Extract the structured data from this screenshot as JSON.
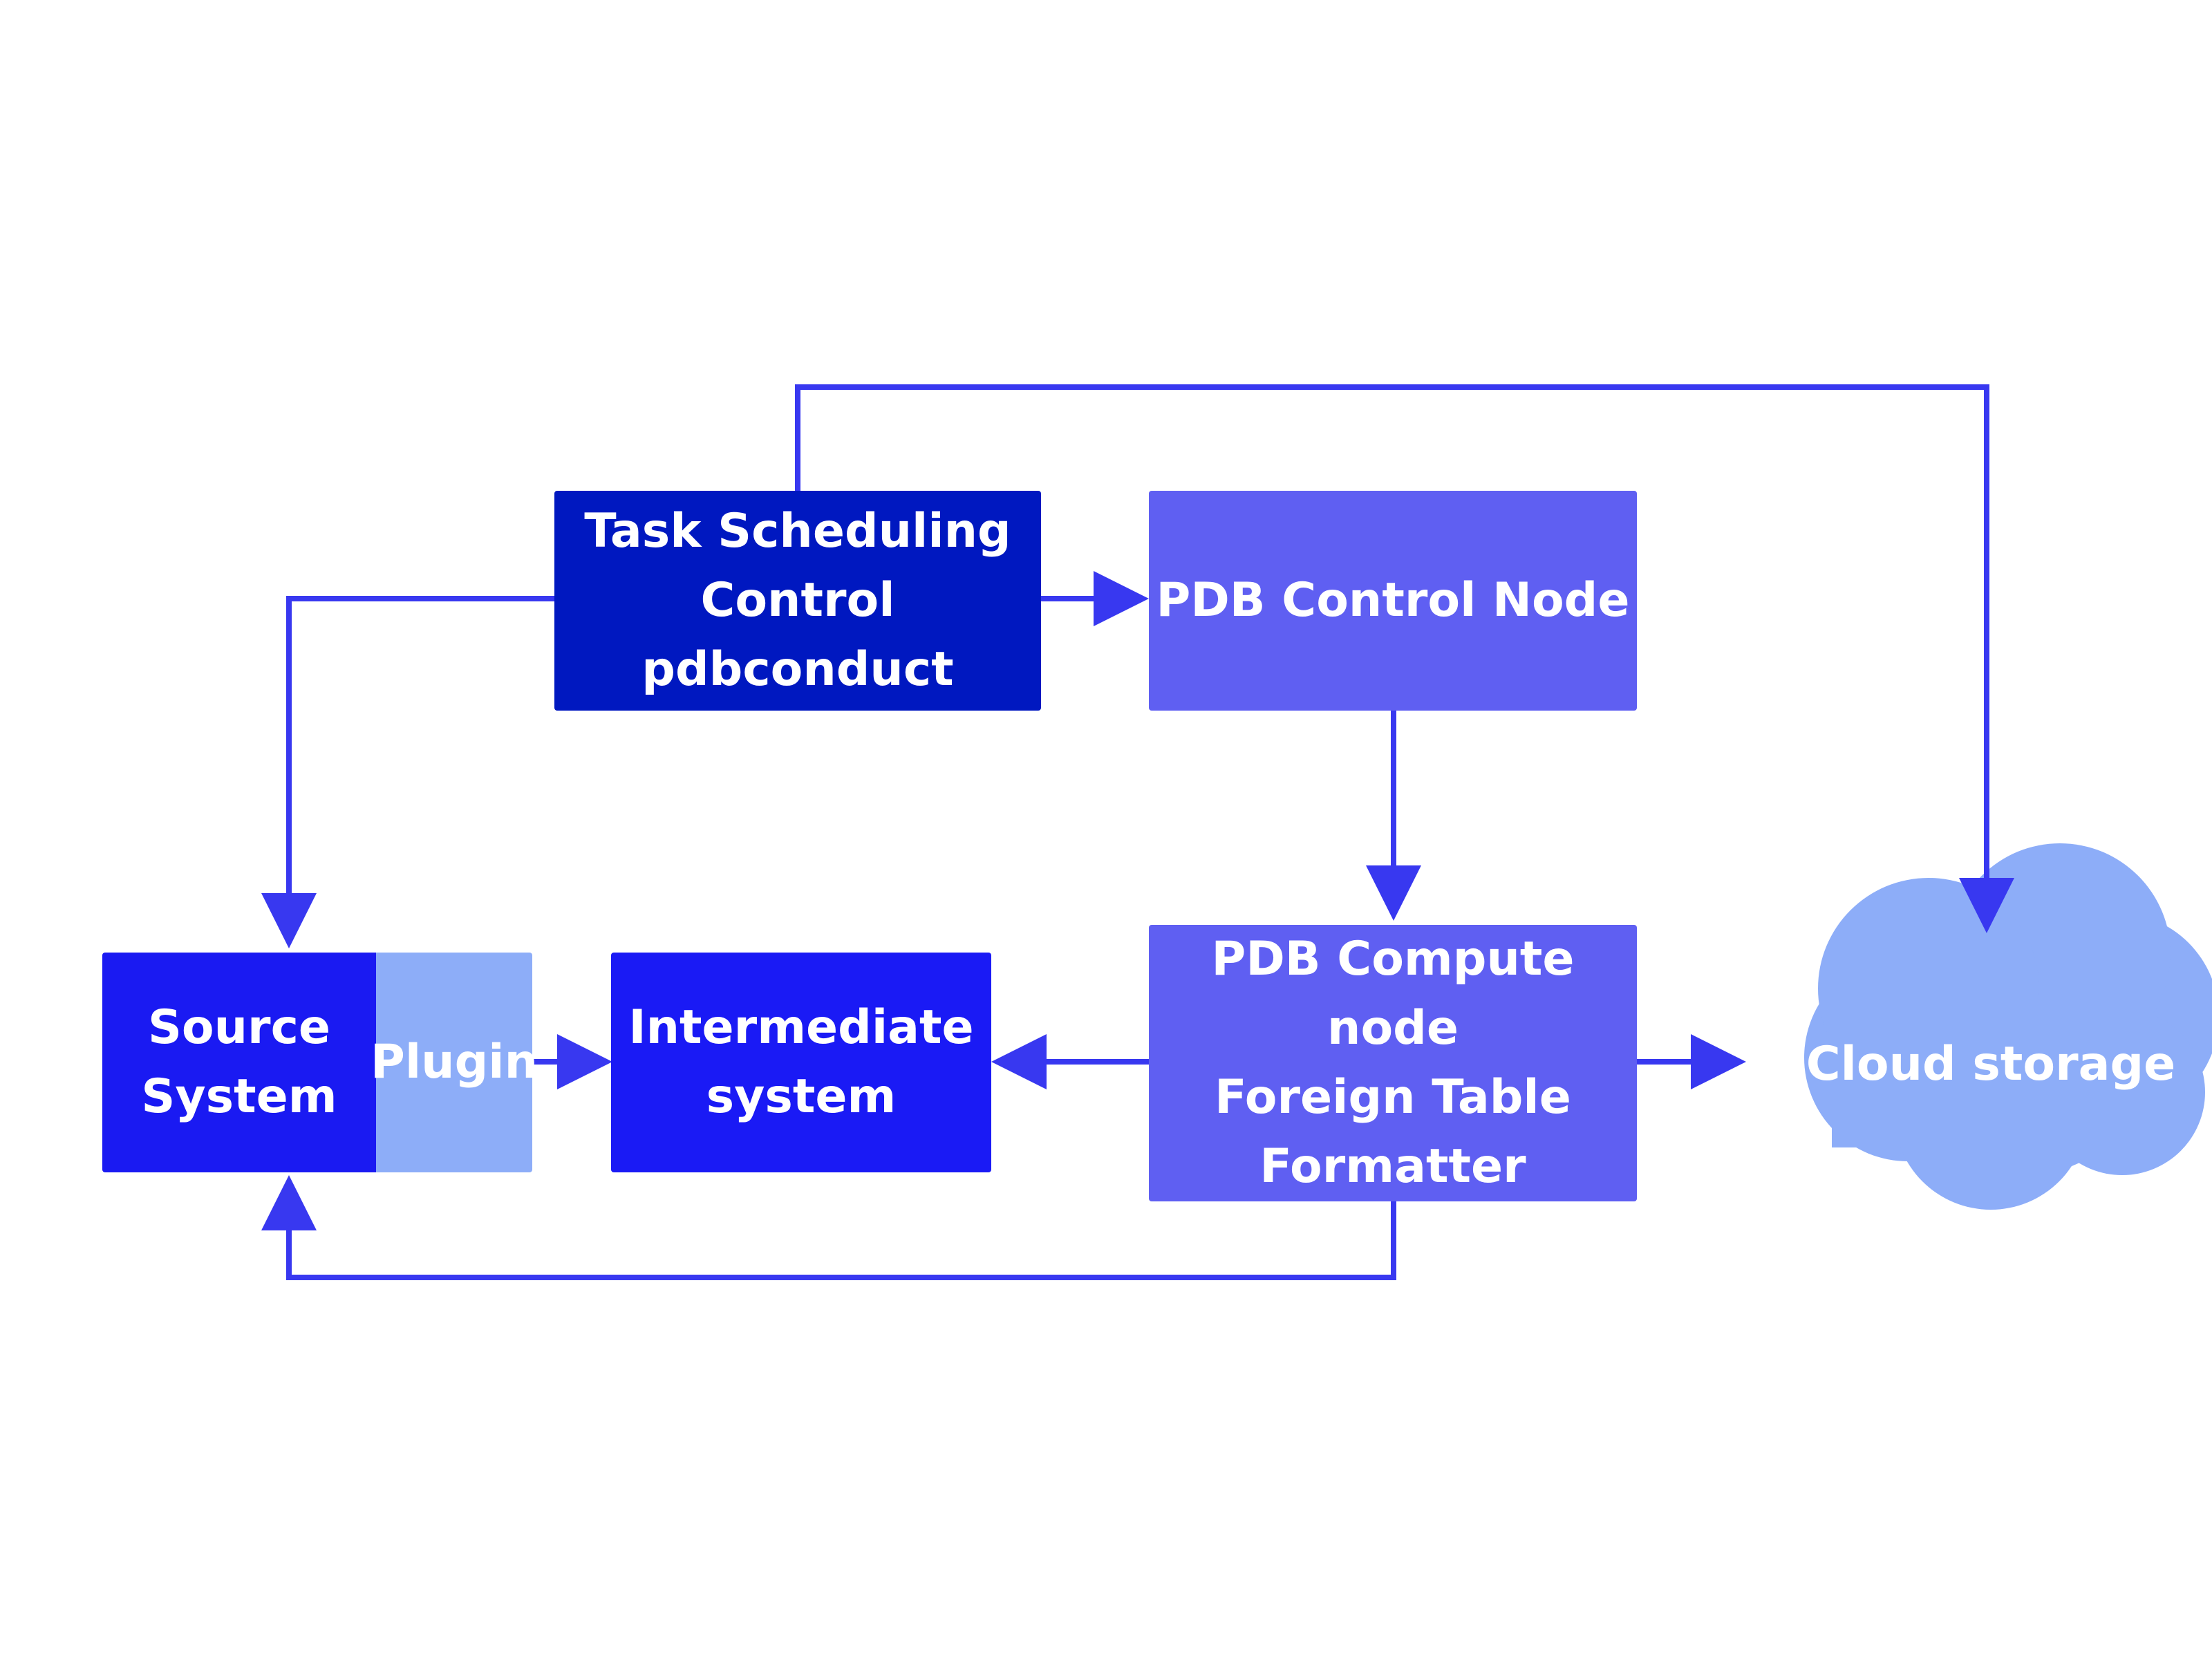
{
  "colors": {
    "wire": "#3838f0",
    "task_box": "#0018c0",
    "pdb_box": "#5f5ff2",
    "source_box": "#1a1af2",
    "plugin_box": "#8dadf8",
    "intermediate_box": "#1a1af5",
    "cloud": "#8dadf8"
  },
  "nodes": {
    "task_scheduling": {
      "label": "Task Scheduling\nControl\npdbconduct"
    },
    "pdb_control": {
      "label": "PDB Control Node"
    },
    "pdb_compute": {
      "label": "PDB Compute\nnode\nForeign Table\nFormatter"
    },
    "source_system": {
      "label": "Source\nSystem"
    },
    "plugin": {
      "label": "Plugin"
    },
    "intermediate": {
      "label": "Intermediate\nsystem"
    },
    "cloud_storage": {
      "label": "Cloud storage"
    }
  }
}
